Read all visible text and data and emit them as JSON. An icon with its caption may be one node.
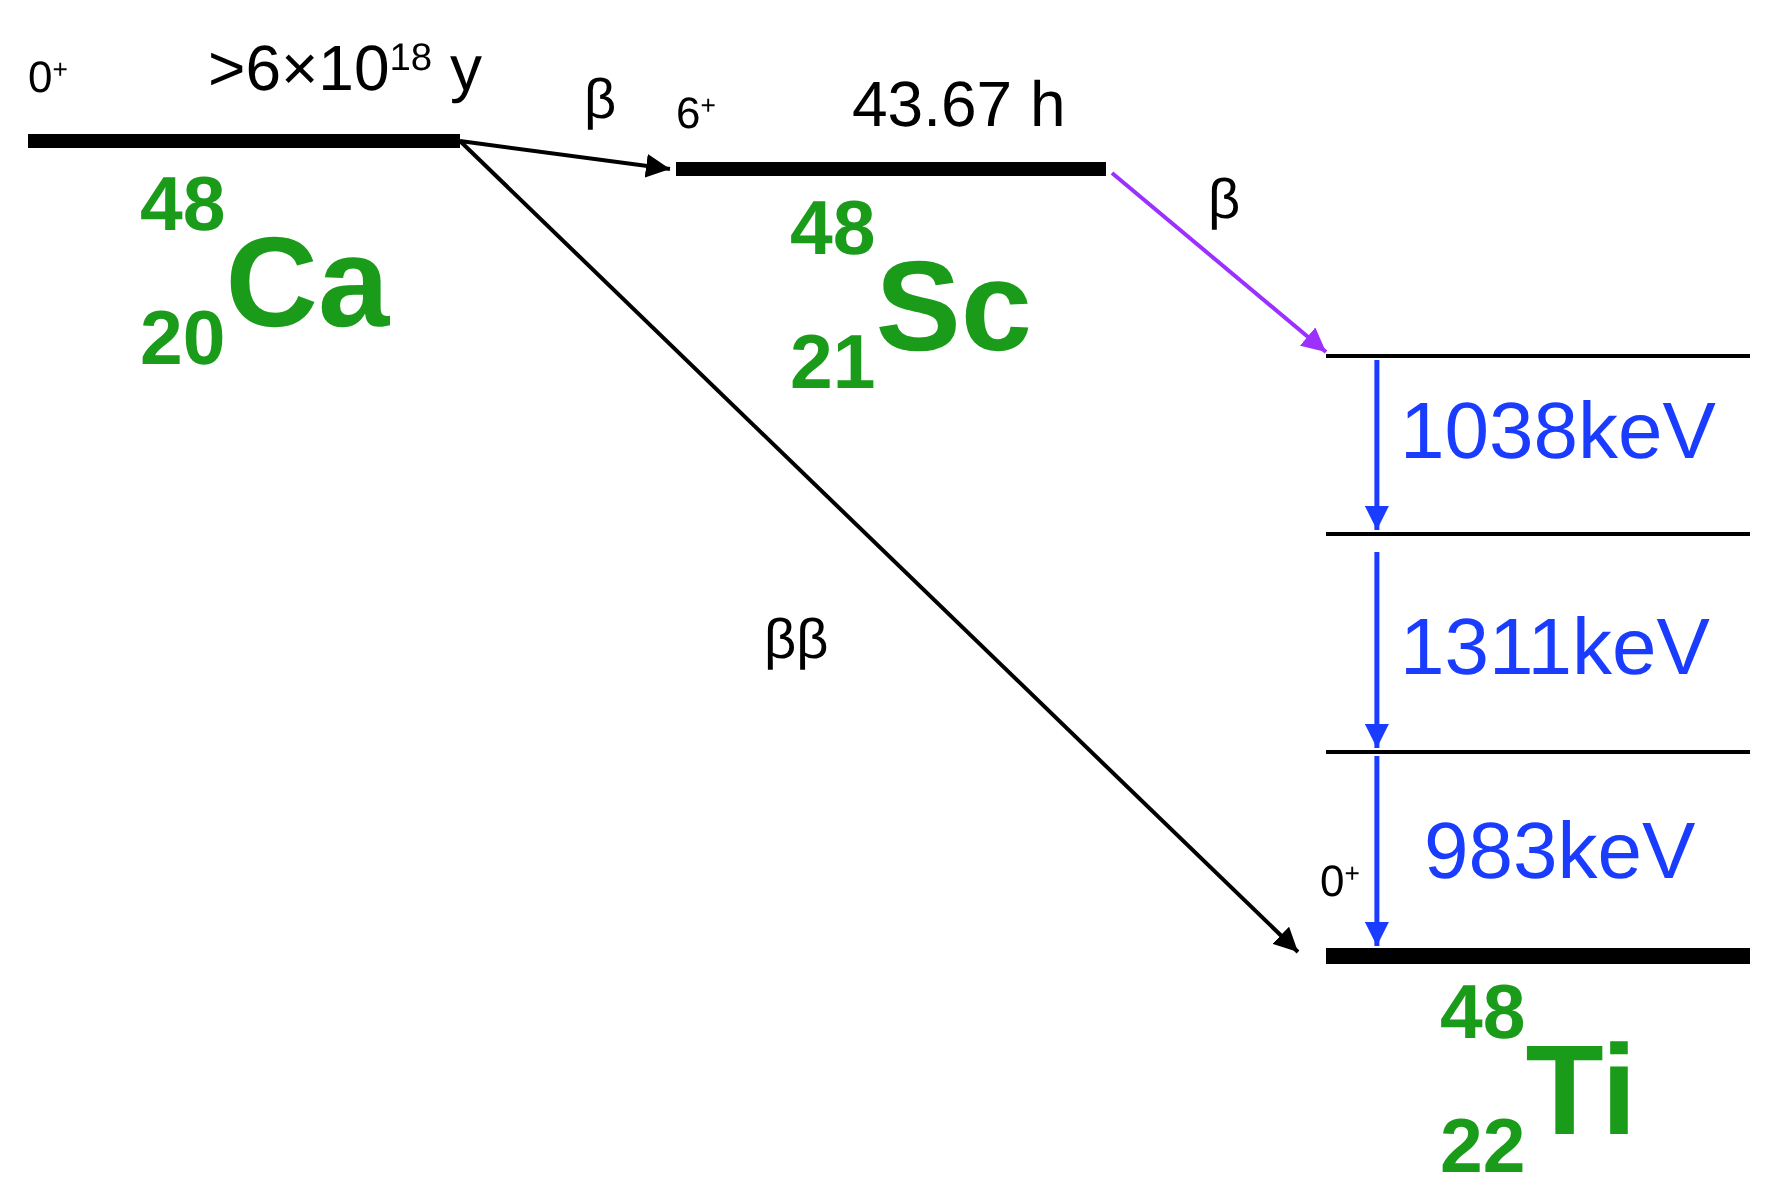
{
  "diagram": {
    "nodes": [
      {
        "text": [
          "0$^{+}$",
          ">6×10$^{18}$ y"
        ],
        "beside": [
          "$^{48}$$_{20}$Ca"
        ]
      },
      {
        "text": [
          "6$^{+}$",
          "43.67 h"
        ],
        "beside": [
          "$^{48}$$_{21}$Sc"
        ]
      },
      {
        "text": [],
        "shape": "bar"
      },
      {
        "text": [],
        "shape": "bar"
      },
      {
        "text": [],
        "shape": "bar"
      },
      {
        "text": [
          "0$^{+}$"
        ],
        "beside": [
          "$^{48}$$_{22}$Ti"
        ]
      }
    ],
    "edges": [
      {
        "from": 0,
        "to": 1,
        "arrow": "to",
        "label": "β",
        "color": "#000000"
      },
      {
        "from": 0,
        "to": 5,
        "arrow": "to",
        "label": "ββ",
        "color": "#000000"
      },
      {
        "from": 1,
        "to": 2,
        "arrow": "to",
        "label": "β",
        "color": "#9b30ff"
      },
      {
        "from": 2,
        "to": 3,
        "arrow": "to",
        "label": "1038keV",
        "color": "#1a3cff"
      },
      {
        "from": 3,
        "to": 4,
        "arrow": "to",
        "label": "1311keV",
        "color": "#1a3cff"
      },
      {
        "from": 4,
        "to": 5,
        "arrow": "to",
        "label": "983keV",
        "color": "#1a3cff"
      }
    ]
  }
}
